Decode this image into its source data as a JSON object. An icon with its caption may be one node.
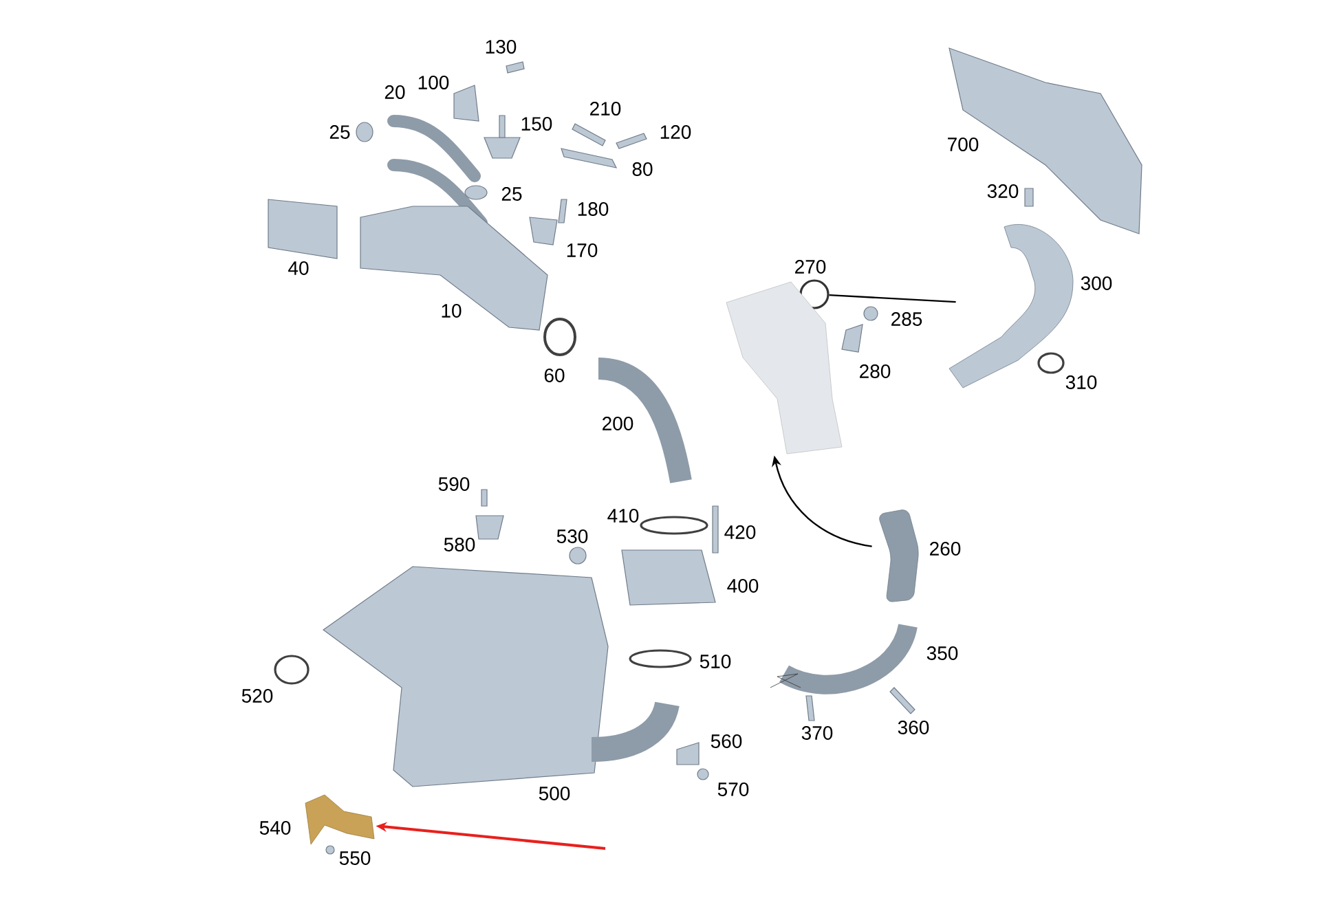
{
  "diagram": {
    "nodes": [
      {
        "text": [],
        "shape": "picture",
        "beside": [
          "300"
        ]
      },
      {
        "text": [],
        "shape": "circle",
        "beside": [
          "270"
        ]
      },
      {
        "text": [],
        "shape": "picture"
      },
      {
        "text": [],
        "shape": "picture",
        "beside": [
          "260"
        ]
      },
      {
        "text": [],
        "shape": "picture",
        "beside": [
          "540",
          "550"
        ]
      }
    ],
    "edges": [
      {
        "from": 3,
        "to": 2,
        "arrow": "to"
      },
      {
        "from": 1,
        "to": 0,
        "arrow": "none"
      },
      {
        "from": null,
        "to": 4,
        "arrow": "to",
        "color": "#e8201e"
      }
    ],
    "labels": [
      "130",
      "100",
      "20",
      "25",
      "150",
      "210",
      "120",
      "80",
      "25",
      "180",
      "170",
      "40",
      "10",
      "60",
      "700",
      "320",
      "285",
      "280",
      "310",
      "200",
      "590",
      "410",
      "420",
      "580",
      "530",
      "400",
      "350",
      "510",
      "520",
      "360",
      "370",
      "560",
      "570",
      "500"
    ]
  }
}
